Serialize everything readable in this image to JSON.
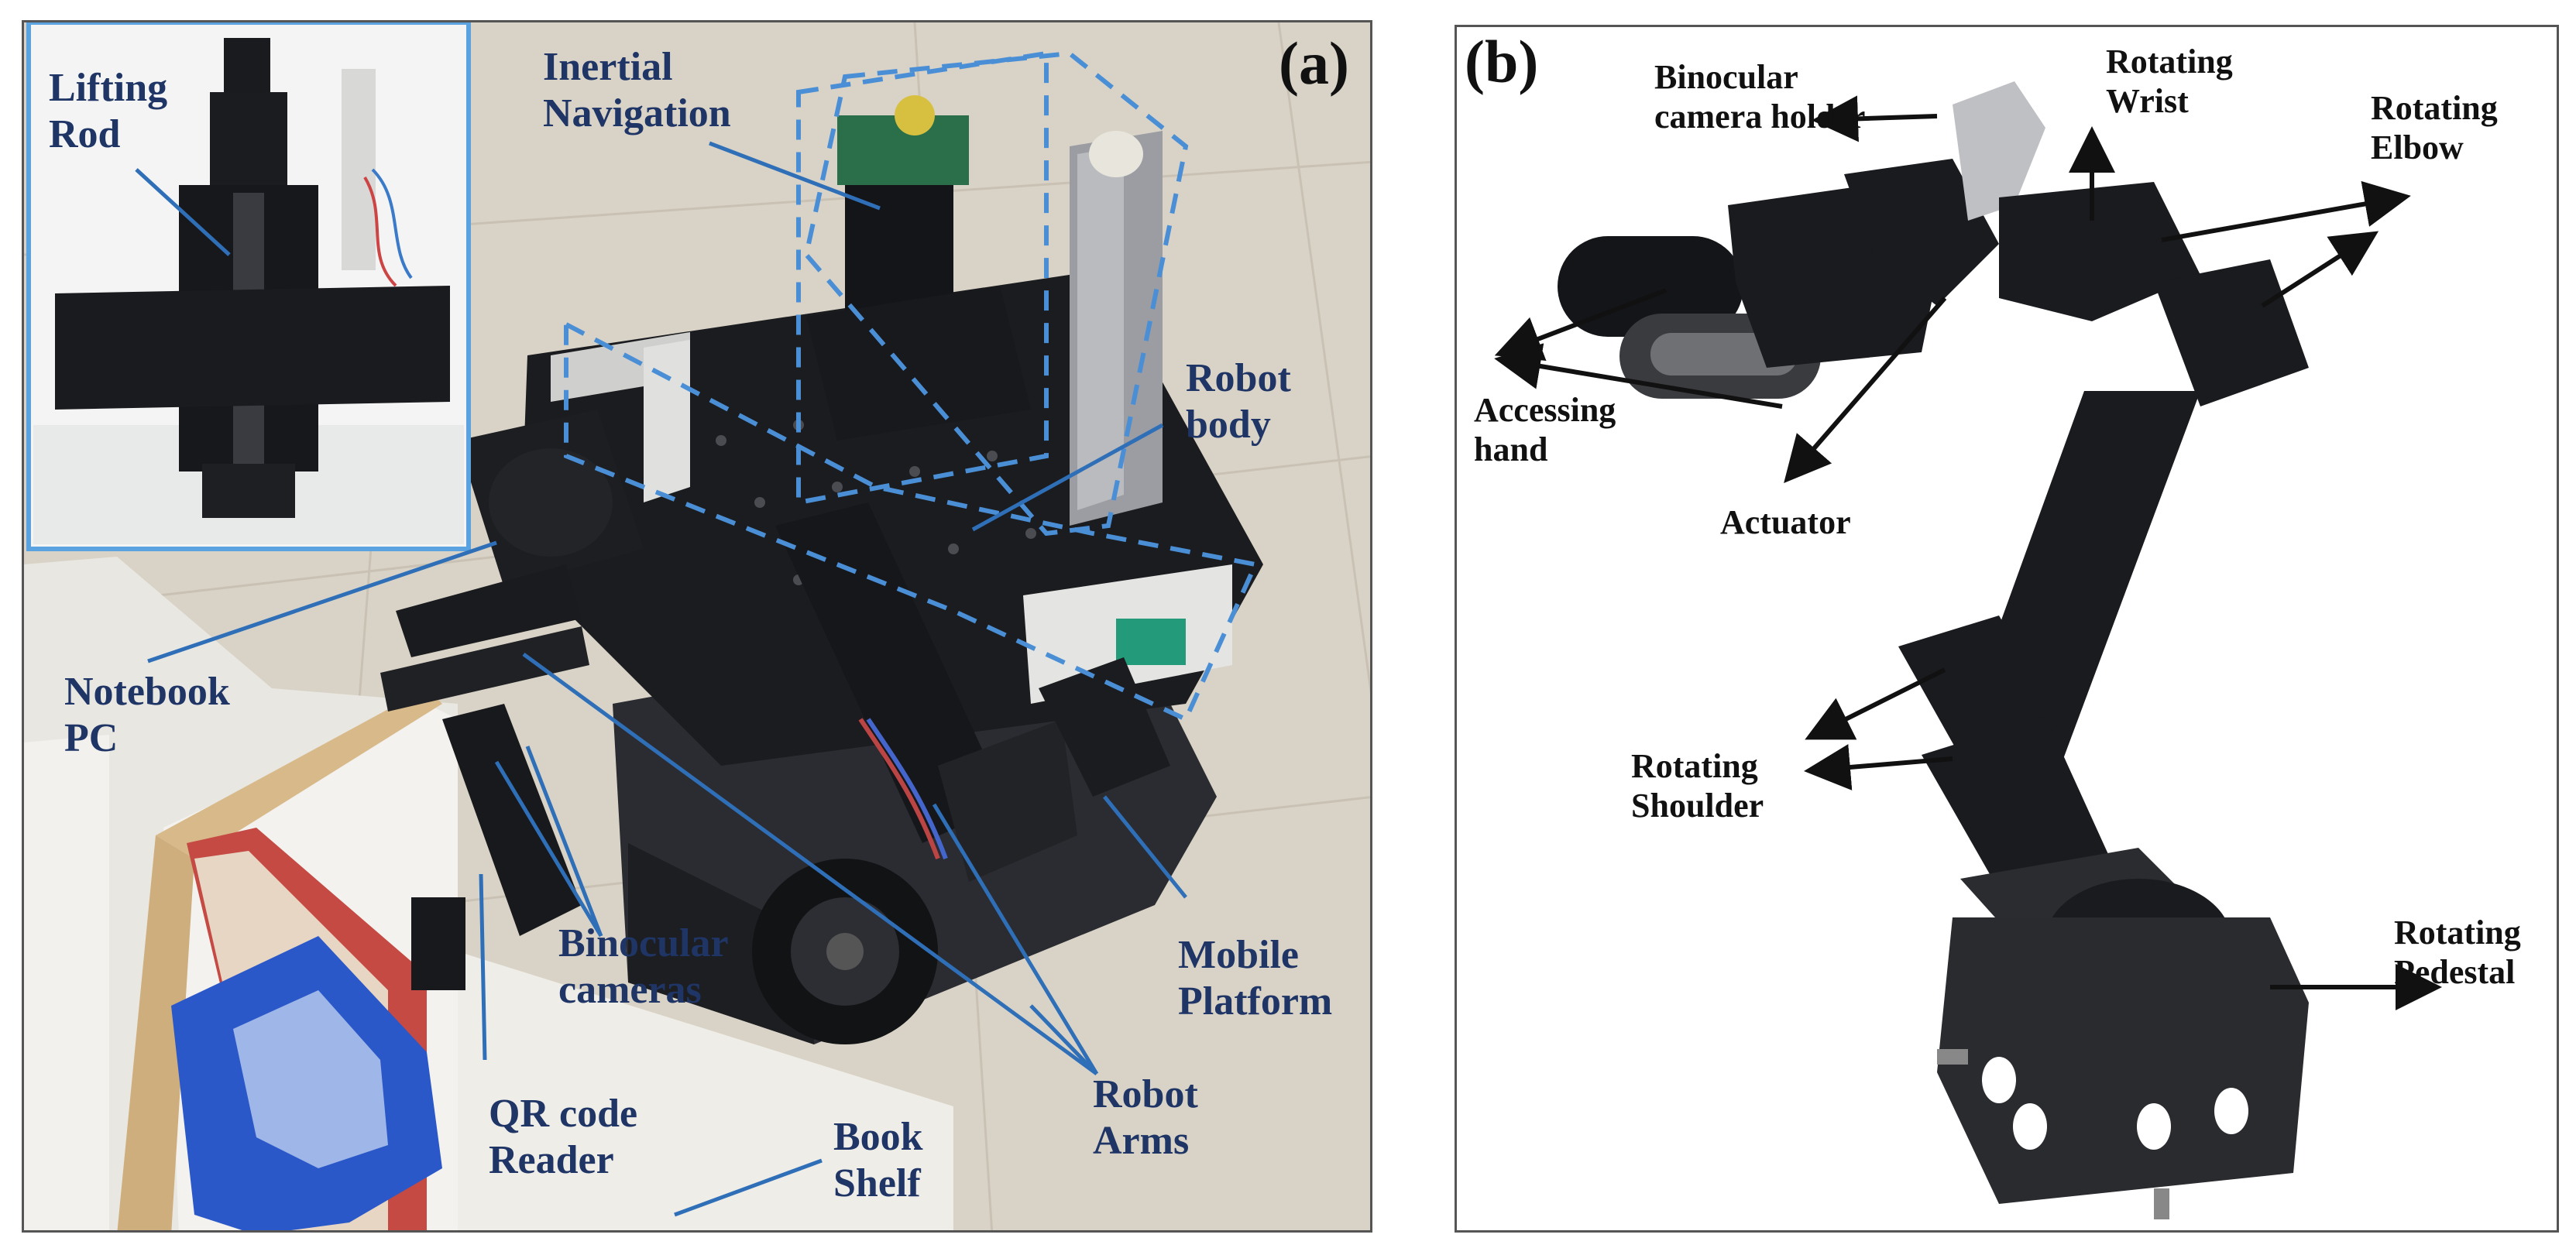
{
  "panel_a": {
    "tag": "(a)",
    "labels": {
      "lifting_rod": [
        "Lifting",
        "Rod"
      ],
      "inertial_navigation": [
        "Inertial",
        "Navigation"
      ],
      "robot_body": [
        "Robot",
        "body"
      ],
      "notebook_pc": [
        "Notebook",
        "PC"
      ],
      "binocular_cameras": [
        "Binocular",
        "cameras"
      ],
      "mobile_platform": [
        "Mobile",
        "Platform"
      ],
      "qr_code_reader": [
        "QR code",
        "Reader"
      ],
      "book_shelf": [
        "Book",
        "Shelf"
      ],
      "robot_arms": [
        "Robot",
        "Arms"
      ]
    }
  },
  "panel_b": {
    "tag": "(b)",
    "labels": {
      "binocular_camera_holder": [
        "Binocular",
        "camera holder"
      ],
      "rotating_wrist": [
        "Rotating",
        "Wrist"
      ],
      "rotating_elbow": [
        "Rotating",
        "Elbow"
      ],
      "accessing_hand": [
        "Accessing",
        "hand"
      ],
      "actuator": [
        "Actuator"
      ],
      "rotating_shoulder": [
        "Rotating",
        "Shoulder"
      ],
      "rotating_pedestal": [
        "Rotating",
        "Pedestal"
      ]
    }
  },
  "colors": {
    "label_blue": "#1f3566",
    "leader_blue": "#2f6fb8",
    "dashed_box": "#4a8fd6",
    "robot_dark": "#1b1c1f",
    "floor": "#d8d2c6"
  }
}
